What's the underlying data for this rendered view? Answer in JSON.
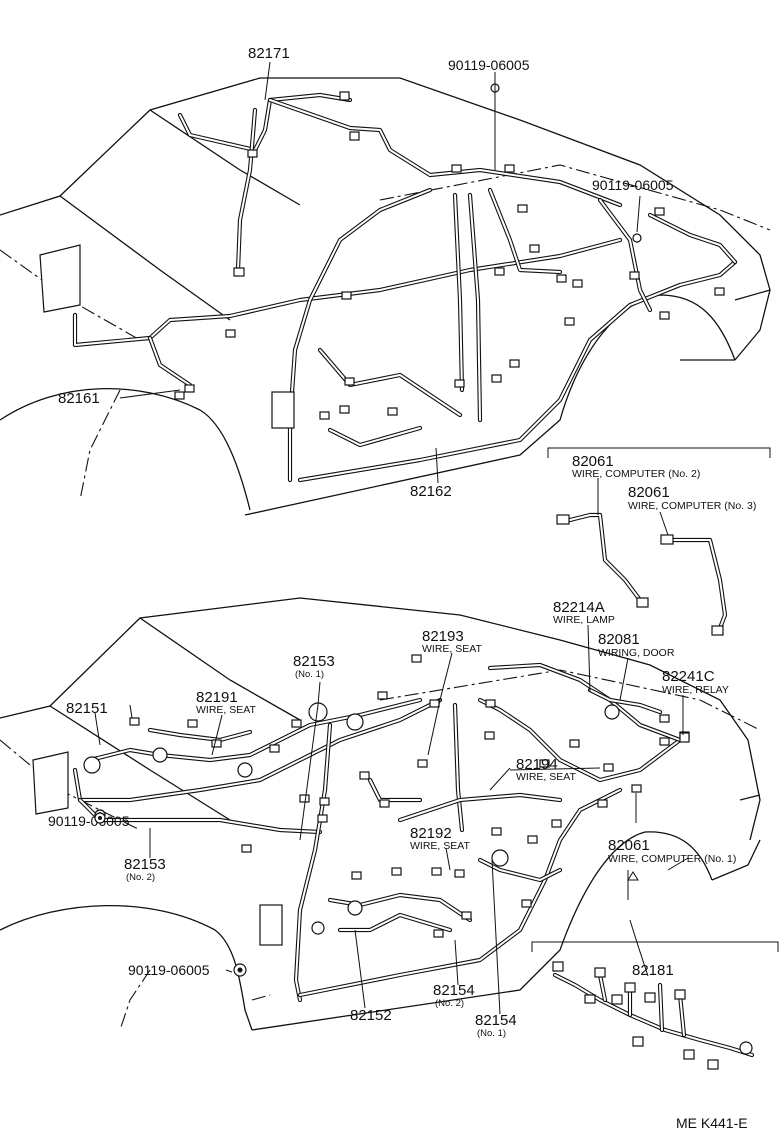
{
  "labels": {
    "p82171": "82171",
    "p90119_top": "90119-06005",
    "p90119_right": "90119-06005",
    "p82161": "82161",
    "p82162": "82162",
    "computer_no2": {
      "number": "82061",
      "desc": "WIRE, COMPUTER (No. 2)"
    },
    "computer_no3": {
      "number": "82061",
      "desc": "WIRE, COMPUTER (No. 3)"
    },
    "lamp": {
      "number": "82214A",
      "desc": "WIRE, LAMP"
    },
    "door": {
      "number": "82081",
      "desc": "WIRING, DOOR"
    },
    "relay": {
      "number": "82241C",
      "desc": "WIRE, RELAY"
    },
    "seat_82193": {
      "number": "82193",
      "desc": "WIRE, SEAT"
    },
    "p82153_no1": {
      "number": "82153",
      "sub": "(No. 1)"
    },
    "p82151": "82151",
    "seat_82191": {
      "number": "82191",
      "desc": "WIRE, SEAT"
    },
    "seat_82194": {
      "number": "82194",
      "desc": "WIRE, SEAT"
    },
    "p90119_left": "90119-06005",
    "p82153_no2": {
      "number": "82153",
      "sub": "(No. 2)"
    },
    "seat_82192": {
      "number": "82192",
      "desc": "WIRE, SEAT"
    },
    "computer_no1": {
      "number": "82061",
      "desc": "WIRE, COMPUTER (No. 1)"
    },
    "p90119_bottom": "90119-06005",
    "p82154_no2": {
      "number": "82154",
      "sub": "(No. 2)"
    },
    "p82154_no1": {
      "number": "82154",
      "sub": "(No. 1)"
    },
    "p82152": "82152",
    "p82181": "82181",
    "figure_ref": "ME K441-E"
  }
}
